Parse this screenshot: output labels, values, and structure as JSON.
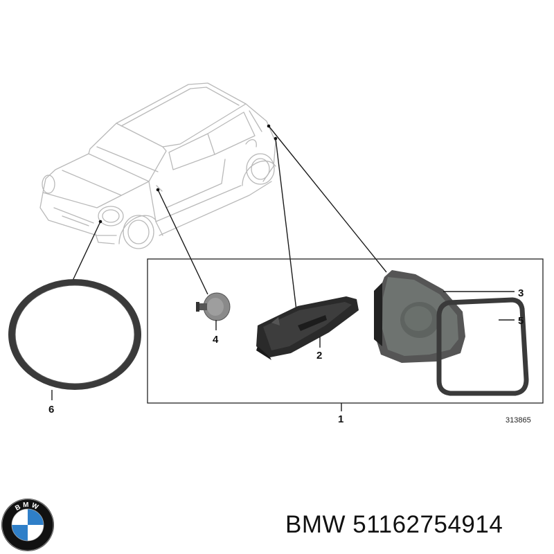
{
  "callouts": {
    "c1": "1",
    "c2": "2",
    "c3": "3",
    "c4": "4",
    "c5": "5",
    "c6": "6"
  },
  "diagram_ref": "313865",
  "footer": {
    "brand": "BMW",
    "part_number": "51162754914"
  },
  "logo": {
    "letters": "BMW",
    "colors": {
      "ring": "#111111",
      "blue": "#2f7fc8",
      "white": "#ffffff"
    }
  }
}
